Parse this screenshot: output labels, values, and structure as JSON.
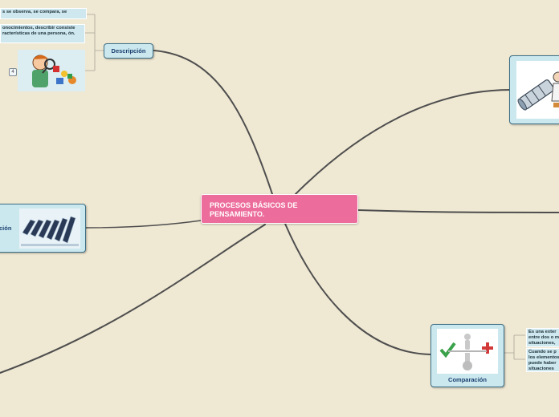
{
  "central": {
    "title": "PROCESOS BÁSICOS DE PENSAMIENTO."
  },
  "descripcion": {
    "label": "Descripción",
    "notes": [
      "s se observa, se compara, se",
      "onocimientos, describir consiste racterísticas de una persona, ón."
    ],
    "badge": "4"
  },
  "left_topic": {
    "label": "ción"
  },
  "comparacion": {
    "label": "Comparación",
    "notes": [
      "Es una exter entre dos o m situaciones,",
      "Cuando se p los elementos puede haber situaciones"
    ]
  },
  "colors": {
    "background": "#efe8d3",
    "central": "#ec6d9b",
    "topic_fill": "#cbe8ef",
    "topic_border": "#3c6f86",
    "link": "#4b4b4b"
  }
}
